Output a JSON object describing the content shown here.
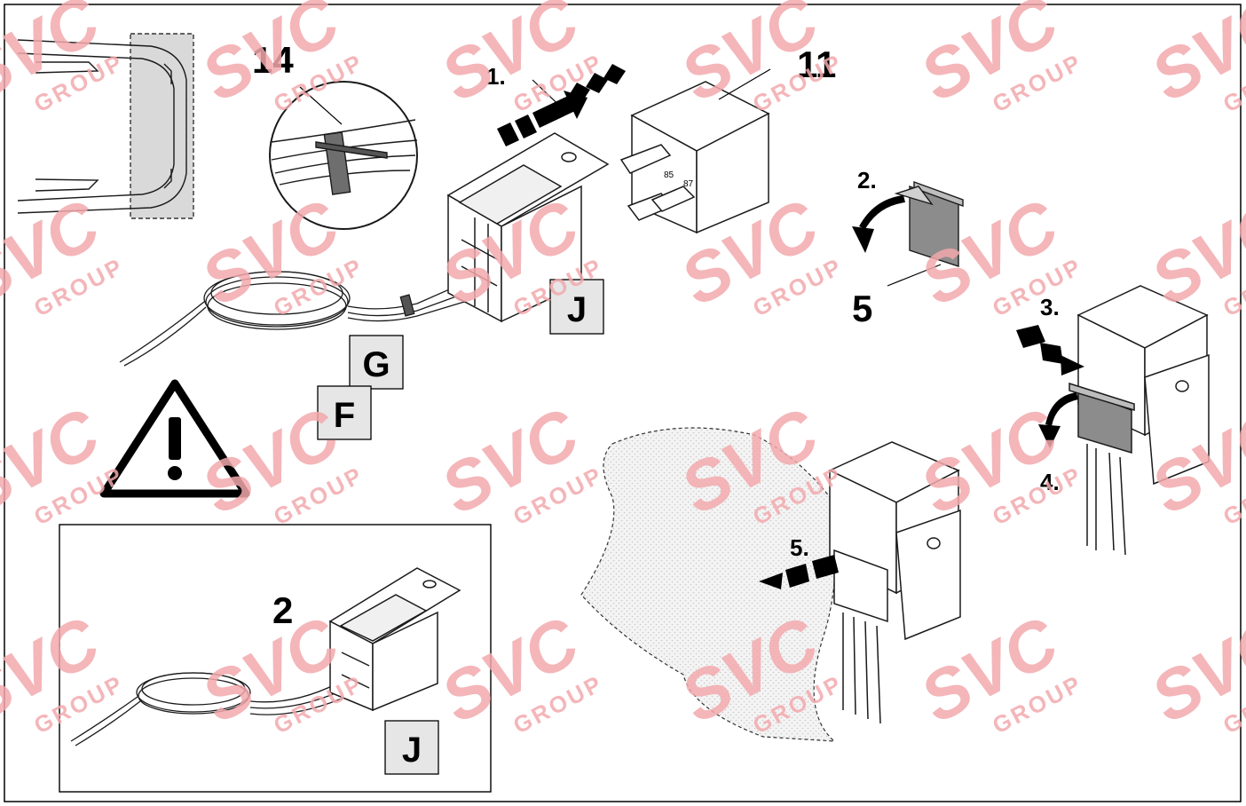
{
  "callouts": {
    "step1": "1.",
    "step2": "2.",
    "step3": "3.",
    "step4": "4.",
    "step5": "5.",
    "part14": "14",
    "part11": "11",
    "part5": "5",
    "part2": "2"
  },
  "boxed_labels": {
    "j_top": "J",
    "g": "G",
    "f": "F",
    "j_inset": "J"
  },
  "watermark": {
    "brand": "SVC",
    "sub": "GROUP"
  },
  "colors": {
    "line": "#1a1a1a",
    "grey_fill": "#d9d9d9",
    "dark_grey": "#8c8c8c",
    "watermark": "#f2a9ad",
    "label_box": "#e6e6e6"
  }
}
